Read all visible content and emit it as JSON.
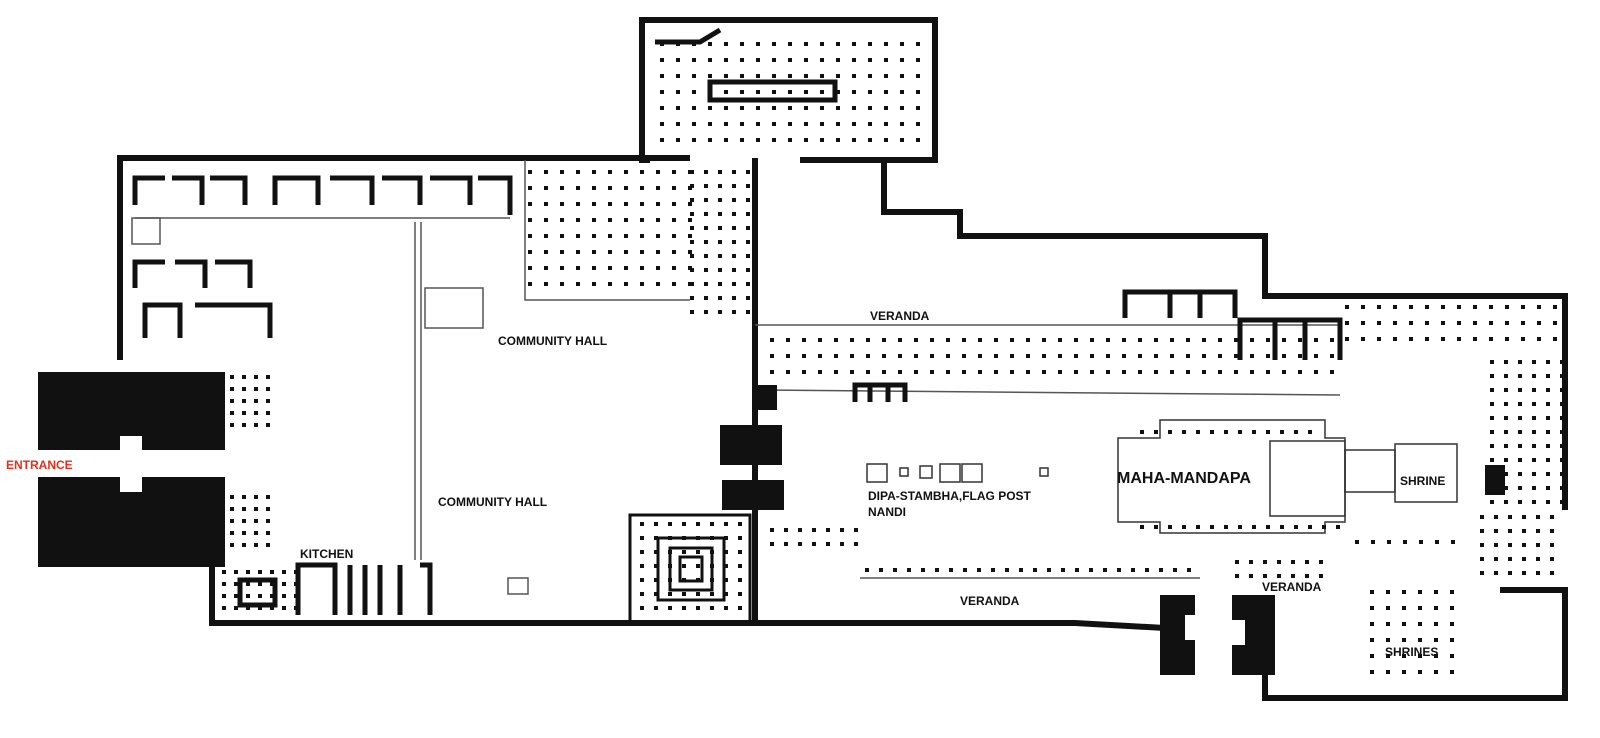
{
  "labels": {
    "entrance": "ENTRANCE",
    "community_hall_upper": "COMMUNITY HALL",
    "community_hall_lower": "COMMUNITY HALL",
    "kitchen": "KITCHEN",
    "veranda_north": "VERANDA",
    "veranda_south": "VERANDA",
    "veranda_east": "VERANDA",
    "dipa_stambha": "DIPA-STAMBHA,FLAG POST",
    "nandi": "NANDI",
    "maha_mandapa": "MAHA-MANDAPA",
    "shrine": "SHRINE",
    "shrines": "SHRINES"
  },
  "colors": {
    "wall": "#111111",
    "entrance_text": "#e0301e",
    "background": "#ffffff"
  }
}
